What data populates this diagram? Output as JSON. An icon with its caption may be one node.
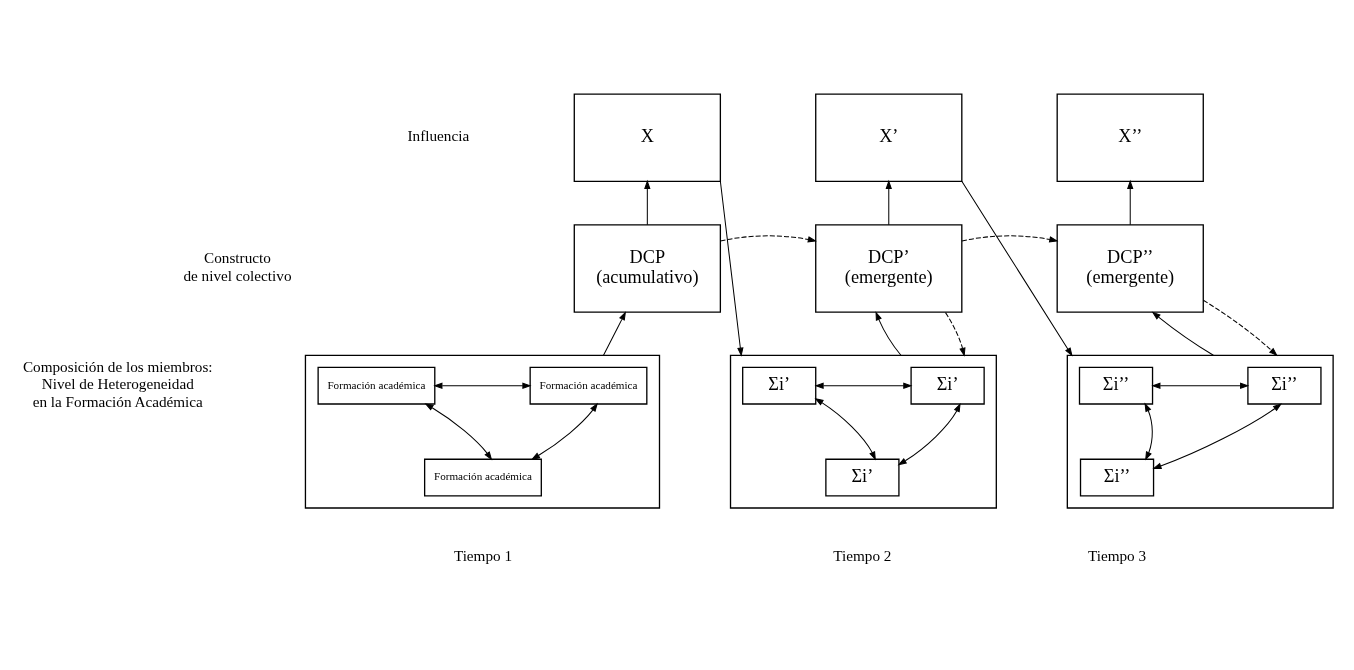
{
  "diagram": {
    "nodes": [
      {
        "text": [
          "X"
        ]
      },
      {
        "text": [
          "X’"
        ]
      },
      {
        "text": [
          "X’’"
        ]
      },
      {
        "text": [
          "DCP (acumulativo)"
        ]
      },
      {
        "text": [
          "DCP’ (emergente)"
        ]
      },
      {
        "text": [
          "DCP’’ (emergente)"
        ]
      },
      {
        "text": [],
        "shape": "box"
      },
      {
        "text": [
          "Formación académica"
        ],
        "in": 6
      },
      {
        "text": [
          "Formación académica"
        ],
        "in": 6
      },
      {
        "text": [
          "Formación académica"
        ],
        "in": 6
      },
      {
        "text": [],
        "shape": "box"
      },
      {
        "text": [
          "Σi’"
        ],
        "in": 10
      },
      {
        "text": [
          "Σi’"
        ],
        "in": 10
      },
      {
        "text": [
          "Σi’"
        ],
        "in": 10
      },
      {
        "text": [],
        "shape": "box"
      },
      {
        "text": [
          "Σi’’"
        ],
        "in": 14
      },
      {
        "text": [
          "Σi’’"
        ],
        "in": 14
      },
      {
        "text": [
          "Σi’’"
        ],
        "in": 14
      }
    ],
    "edges": [
      {
        "from": 3,
        "to": 0,
        "arrow": "to"
      },
      {
        "from": 4,
        "to": 1,
        "arrow": "to"
      },
      {
        "from": 5,
        "to": 2,
        "arrow": "to"
      },
      {
        "from": 6,
        "to": 3,
        "arrow": "to"
      },
      {
        "from": 3,
        "to": 4,
        "arrow": "to",
        "style": "dashed"
      },
      {
        "from": 4,
        "to": 5,
        "arrow": "to",
        "style": "dashed"
      },
      {
        "from": 0,
        "to": 10,
        "arrow": "to"
      },
      {
        "from": 1,
        "to": 14,
        "arrow": "to"
      },
      {
        "from": 4,
        "to": 10,
        "arrow": "to",
        "style": "dashed"
      },
      {
        "from": 10,
        "to": 4,
        "arrow": "to"
      },
      {
        "from": 5,
        "to": 14,
        "arrow": "to",
        "style": "dashed"
      },
      {
        "from": 14,
        "to": 5,
        "arrow": "to"
      },
      {
        "from": 7,
        "to": 8,
        "arrow": "both"
      },
      {
        "from": 7,
        "to": 9,
        "arrow": "both"
      },
      {
        "from": 8,
        "to": 9,
        "arrow": "both"
      },
      {
        "from": 11,
        "to": 12,
        "arrow": "both"
      },
      {
        "from": 11,
        "to": 13,
        "arrow": "both"
      },
      {
        "from": 12,
        "to": 13,
        "arrow": "both"
      },
      {
        "from": 15,
        "to": 16,
        "arrow": "both"
      },
      {
        "from": 15,
        "to": 17,
        "arrow": "both"
      },
      {
        "from": 16,
        "to": 17,
        "arrow": "both"
      }
    ],
    "labels": [
      "Influencia",
      "Constructo de nivel colectivo",
      "Composición de los miembros: Nivel de Heterogeneidad en la Formación Académica",
      "Tiempo 1",
      "Tiempo 2",
      "Tiempo 3"
    ]
  }
}
